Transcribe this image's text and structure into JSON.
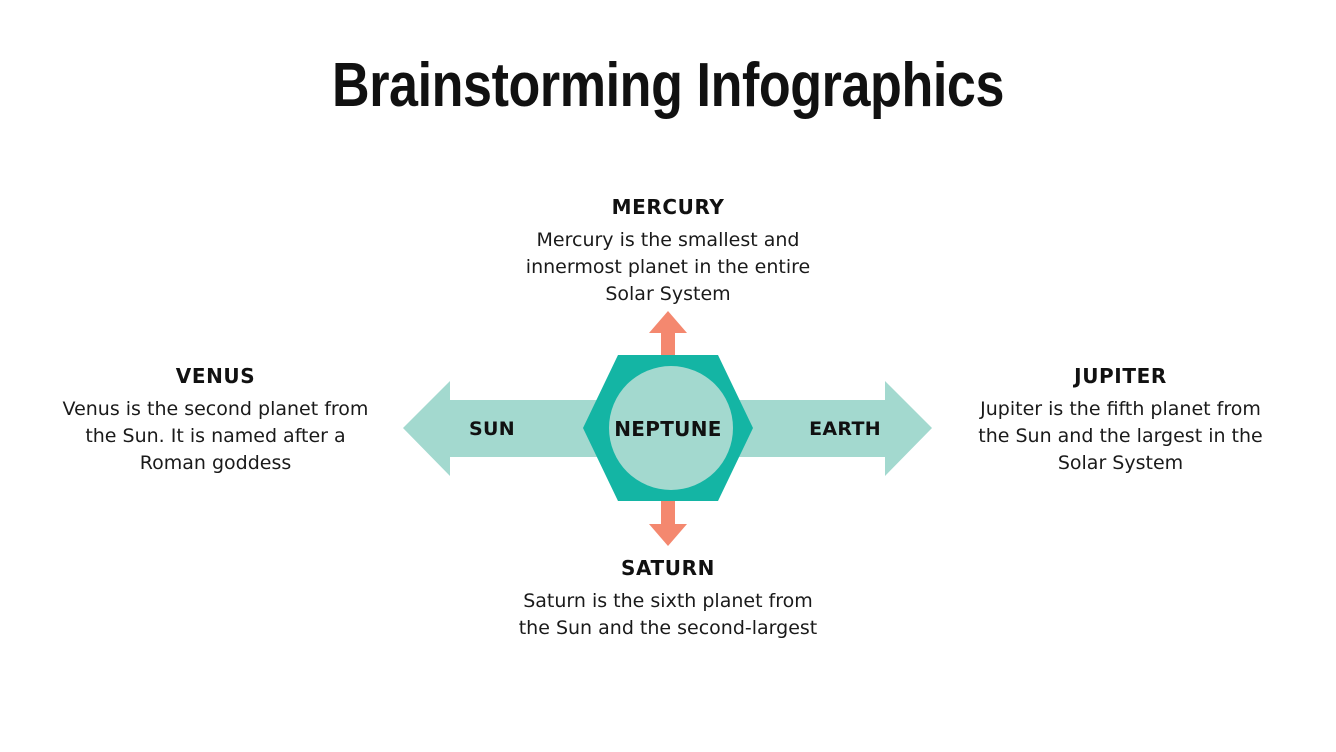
{
  "slide": {
    "title": "Brainstorming Infographics",
    "background_color": "#ffffff"
  },
  "colors": {
    "hexagon_fill": "#14B5A4",
    "hexagon_inner_circle": "#A3D9CF",
    "horizontal_arrow": "#A3D9CF",
    "vertical_arrow": "#F4886F",
    "text": "#111111"
  },
  "center": {
    "node_label": "NEPTUNE",
    "left_arrow_label": "SUN",
    "right_arrow_label": "EARTH"
  },
  "blocks": {
    "mercury": {
      "heading": "MERCURY",
      "body": "Mercury is the smallest and innermost planet in the entire Solar System"
    },
    "venus": {
      "heading": "VENUS",
      "body": "Venus is the second planet from the Sun. It is named after a Roman goddess"
    },
    "jupiter": {
      "heading": "JUPITER",
      "body": "Jupiter is the fifth planet from the Sun and the largest in the Solar System"
    },
    "saturn": {
      "heading": "SATURN",
      "body": "Saturn is the sixth planet from the Sun and the second-largest"
    }
  },
  "icons": {
    "hexagon": "hexagon-shape",
    "circle": "circle-shape",
    "arrow_left": "arrow-left-icon",
    "arrow_right": "arrow-right-icon",
    "arrow_up": "arrow-up-icon",
    "arrow_down": "arrow-down-icon"
  }
}
